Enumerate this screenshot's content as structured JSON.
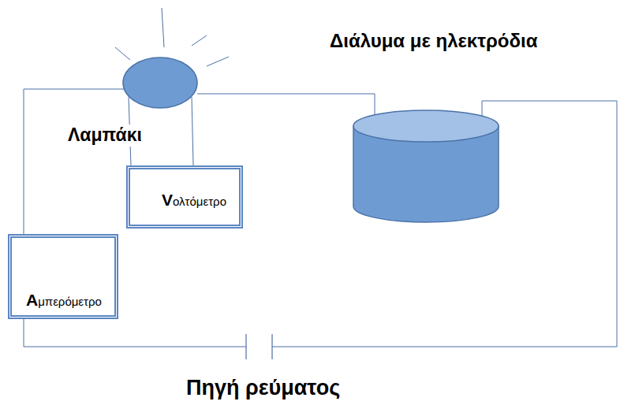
{
  "diagram": {
    "nodes": [
      {
        "text": [
          "Λαμπάκι"
        ]
      },
      {
        "text": [
          "Vολτόμετρο"
        ]
      },
      {
        "text": [
          "Διάλυμα με ηλεκτρόδια"
        ]
      },
      {
        "text": [
          "Aμπερόμετρο"
        ]
      },
      {
        "text": [
          "Πηγή ρεύματος"
        ]
      }
    ],
    "edges": [
      {
        "from": 0,
        "to": 1,
        "arrow": "none"
      },
      {
        "from": 0,
        "to": 1,
        "arrow": "none"
      },
      {
        "from": 0,
        "to": 2,
        "arrow": "none"
      },
      {
        "from": 2,
        "to": 4,
        "arrow": "none"
      },
      {
        "from": 4,
        "to": 3,
        "arrow": "none"
      },
      {
        "from": 3,
        "to": 0,
        "arrow": "none"
      }
    ]
  }
}
